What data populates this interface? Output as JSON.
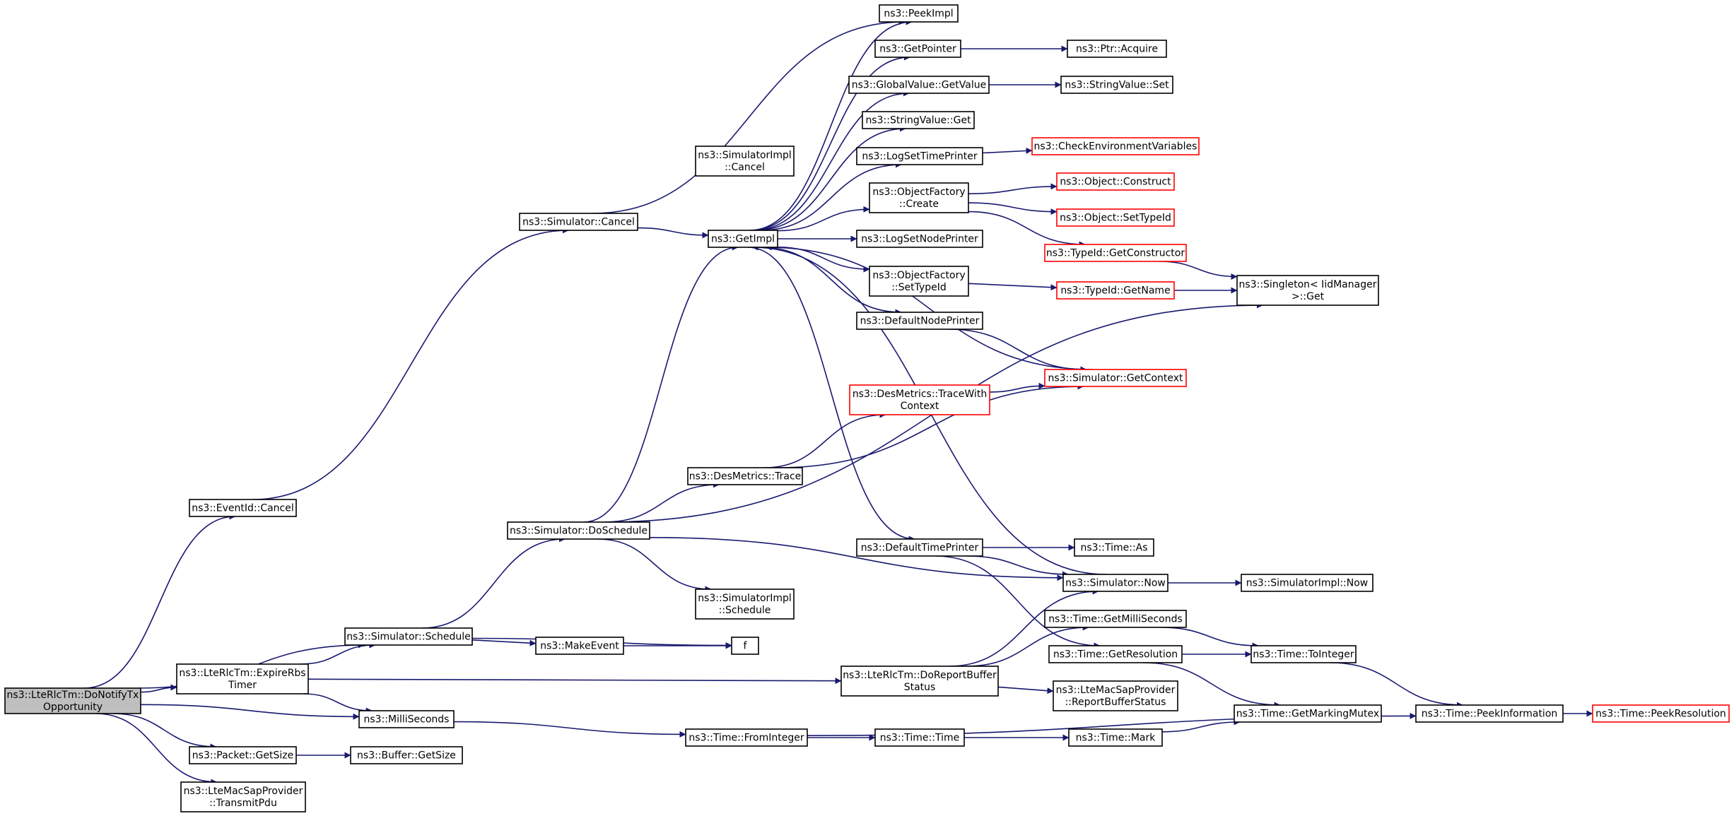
{
  "graph": {
    "nodes": [
      {
        "id": "root",
        "lines": [
          "ns3::LteRlcTm::DoNotifyTx",
          "Opportunity"
        ],
        "style": "root"
      },
      {
        "id": "eventid_cancel",
        "lines": [
          "ns3::EventId::Cancel"
        ],
        "style": "normal"
      },
      {
        "id": "sim_cancel",
        "lines": [
          "ns3::Simulator::Cancel"
        ],
        "style": "normal"
      },
      {
        "id": "simimpl_cancel",
        "lines": [
          "ns3::SimulatorImpl",
          "::Cancel"
        ],
        "style": "normal"
      },
      {
        "id": "getimpl",
        "lines": [
          "ns3::GetImpl"
        ],
        "style": "normal"
      },
      {
        "id": "peekimpl",
        "lines": [
          "ns3::PeekImpl"
        ],
        "style": "normal"
      },
      {
        "id": "getpointer",
        "lines": [
          "ns3::GetPointer"
        ],
        "style": "normal"
      },
      {
        "id": "ptr_acquire",
        "lines": [
          "ns3::Ptr::Acquire"
        ],
        "style": "normal"
      },
      {
        "id": "gv_getvalue",
        "lines": [
          "ns3::GlobalValue::GetValue"
        ],
        "style": "normal"
      },
      {
        "id": "sv_set",
        "lines": [
          "ns3::StringValue::Set"
        ],
        "style": "normal"
      },
      {
        "id": "sv_get",
        "lines": [
          "ns3::StringValue::Get"
        ],
        "style": "normal"
      },
      {
        "id": "logsettimeprinter",
        "lines": [
          "ns3::LogSetTimePrinter"
        ],
        "style": "normal"
      },
      {
        "id": "checkenv",
        "lines": [
          "ns3::CheckEnvironmentVariables"
        ],
        "style": "red"
      },
      {
        "id": "of_create",
        "lines": [
          "ns3::ObjectFactory",
          "::Create"
        ],
        "style": "normal"
      },
      {
        "id": "obj_construct",
        "lines": [
          "ns3::Object::Construct"
        ],
        "style": "red"
      },
      {
        "id": "obj_settypeid",
        "lines": [
          "ns3::Object::SetTypeId"
        ],
        "style": "red"
      },
      {
        "id": "logsetnodeprinter",
        "lines": [
          "ns3::LogSetNodePrinter"
        ],
        "style": "normal"
      },
      {
        "id": "typeid_getconstructor",
        "lines": [
          "ns3::TypeId::GetConstructor"
        ],
        "style": "red"
      },
      {
        "id": "of_settypeid",
        "lines": [
          "ns3::ObjectFactory",
          "::SetTypeId"
        ],
        "style": "normal"
      },
      {
        "id": "typeid_getname",
        "lines": [
          "ns3::TypeId::GetName"
        ],
        "style": "red"
      },
      {
        "id": "singleton_get",
        "lines": [
          "ns3::Singleton< IidManager",
          ">::Get"
        ],
        "style": "normal"
      },
      {
        "id": "defaultnodeprinter",
        "lines": [
          "ns3::DefaultNodePrinter"
        ],
        "style": "normal"
      },
      {
        "id": "sim_getcontext",
        "lines": [
          "ns3::Simulator::GetContext"
        ],
        "style": "red"
      },
      {
        "id": "desmetrics_tracewith",
        "lines": [
          "ns3::DesMetrics::TraceWith",
          "Context"
        ],
        "style": "red"
      },
      {
        "id": "desmetrics_trace",
        "lines": [
          "ns3::DesMetrics::Trace"
        ],
        "style": "normal"
      },
      {
        "id": "sim_doschedule",
        "lines": [
          "ns3::Simulator::DoSchedule"
        ],
        "style": "normal"
      },
      {
        "id": "defaulttimeprinter",
        "lines": [
          "ns3::DefaultTimePrinter"
        ],
        "style": "normal"
      },
      {
        "id": "time_as",
        "lines": [
          "ns3::Time::As"
        ],
        "style": "normal"
      },
      {
        "id": "sim_now",
        "lines": [
          "ns3::Simulator::Now"
        ],
        "style": "normal"
      },
      {
        "id": "simimpl_now",
        "lines": [
          "ns3::SimulatorImpl::Now"
        ],
        "style": "normal"
      },
      {
        "id": "simimpl_schedule",
        "lines": [
          "ns3::SimulatorImpl",
          "::Schedule"
        ],
        "style": "normal"
      },
      {
        "id": "sim_schedule",
        "lines": [
          "ns3::Simulator::Schedule"
        ],
        "style": "normal"
      },
      {
        "id": "makeevent",
        "lines": [
          "ns3::MakeEvent"
        ],
        "style": "normal"
      },
      {
        "id": "f",
        "lines": [
          "f"
        ],
        "style": "normal"
      },
      {
        "id": "time_getmilliseconds",
        "lines": [
          "ns3::Time::GetMilliSeconds"
        ],
        "style": "normal"
      },
      {
        "id": "time_tointeger",
        "lines": [
          "ns3::Time::ToInteger"
        ],
        "style": "normal"
      },
      {
        "id": "expirerbs",
        "lines": [
          "ns3::LteRlcTm::ExpireRbs",
          "Timer"
        ],
        "style": "normal"
      },
      {
        "id": "doreportbuffer",
        "lines": [
          "ns3::LteRlcTm::DoReportBuffer",
          "Status"
        ],
        "style": "normal"
      },
      {
        "id": "time_getresolution",
        "lines": [
          "ns3::Time::GetResolution"
        ],
        "style": "normal"
      },
      {
        "id": "ltemacsap_report",
        "lines": [
          "ns3::LteMacSapProvider",
          "::ReportBufferStatus"
        ],
        "style": "normal"
      },
      {
        "id": "milliseconds",
        "lines": [
          "ns3::MilliSeconds"
        ],
        "style": "normal"
      },
      {
        "id": "time_getmarkingmutex",
        "lines": [
          "ns3::Time::GetMarkingMutex"
        ],
        "style": "normal"
      },
      {
        "id": "time_peekinformation",
        "lines": [
          "ns3::Time::PeekInformation"
        ],
        "style": "normal"
      },
      {
        "id": "time_peekresolution",
        "lines": [
          "ns3::Time::PeekResolution"
        ],
        "style": "red"
      },
      {
        "id": "time_frominteger",
        "lines": [
          "ns3::Time::FromInteger"
        ],
        "style": "normal"
      },
      {
        "id": "time_time",
        "lines": [
          "ns3::Time::Time"
        ],
        "style": "normal"
      },
      {
        "id": "time_mark",
        "lines": [
          "ns3::Time::Mark"
        ],
        "style": "normal"
      },
      {
        "id": "packet_getsize",
        "lines": [
          "ns3::Packet::GetSize"
        ],
        "style": "normal"
      },
      {
        "id": "buffer_getsize",
        "lines": [
          "ns3::Buffer::GetSize"
        ],
        "style": "normal"
      },
      {
        "id": "ltemacsap_transmit",
        "lines": [
          "ns3::LteMacSapProvider",
          "::TransmitPdu"
        ],
        "style": "normal"
      }
    ],
    "edges": [
      [
        "root",
        "eventid_cancel"
      ],
      [
        "root",
        "sim_schedule"
      ],
      [
        "root",
        "expirerbs"
      ],
      [
        "root",
        "milliseconds"
      ],
      [
        "root",
        "packet_getsize"
      ],
      [
        "root",
        "ltemacsap_transmit"
      ],
      [
        "eventid_cancel",
        "sim_cancel"
      ],
      [
        "sim_cancel",
        "getimpl"
      ],
      [
        "sim_cancel",
        "peekimpl"
      ],
      [
        "getimpl",
        "peekimpl"
      ],
      [
        "getimpl",
        "getpointer"
      ],
      [
        "getimpl",
        "gv_getvalue"
      ],
      [
        "getimpl",
        "sv_get"
      ],
      [
        "getimpl",
        "logsettimeprinter"
      ],
      [
        "getimpl",
        "of_create"
      ],
      [
        "getimpl",
        "logsetnodeprinter"
      ],
      [
        "getimpl",
        "of_settypeid"
      ],
      [
        "getimpl",
        "defaultnodeprinter"
      ],
      [
        "getimpl",
        "defaulttimeprinter"
      ],
      [
        "getpointer",
        "ptr_acquire"
      ],
      [
        "gv_getvalue",
        "sv_set"
      ],
      [
        "logsettimeprinter",
        "checkenv"
      ],
      [
        "of_create",
        "obj_construct"
      ],
      [
        "of_create",
        "obj_settypeid"
      ],
      [
        "of_create",
        "typeid_getconstructor"
      ],
      [
        "typeid_getconstructor",
        "singleton_get"
      ],
      [
        "of_settypeid",
        "typeid_getname"
      ],
      [
        "typeid_getname",
        "singleton_get"
      ],
      [
        "defaultnodeprinter",
        "sim_getcontext"
      ],
      [
        "sim_getcontext",
        "getimpl"
      ],
      [
        "sim_now",
        "getimpl"
      ],
      [
        "desmetrics_tracewith",
        "sim_getcontext"
      ],
      [
        "desmetrics_trace",
        "desmetrics_tracewith"
      ],
      [
        "desmetrics_trace",
        "sim_getcontext"
      ],
      [
        "sim_doschedule",
        "getimpl"
      ],
      [
        "sim_doschedule",
        "desmetrics_trace"
      ],
      [
        "sim_doschedule",
        "singleton_get"
      ],
      [
        "sim_doschedule",
        "sim_now"
      ],
      [
        "sim_doschedule",
        "simimpl_schedule"
      ],
      [
        "defaulttimeprinter",
        "time_as"
      ],
      [
        "defaulttimeprinter",
        "sim_now"
      ],
      [
        "defaulttimeprinter",
        "time_getresolution"
      ],
      [
        "sim_now",
        "simimpl_now"
      ],
      [
        "sim_schedule",
        "sim_doschedule"
      ],
      [
        "sim_schedule",
        "makeevent"
      ],
      [
        "sim_schedule",
        "f"
      ],
      [
        "makeevent",
        "f"
      ],
      [
        "expirerbs",
        "sim_schedule"
      ],
      [
        "expirerbs",
        "milliseconds"
      ],
      [
        "expirerbs",
        "doreportbuffer"
      ],
      [
        "doreportbuffer",
        "sim_now"
      ],
      [
        "doreportbuffer",
        "time_getmilliseconds"
      ],
      [
        "doreportbuffer",
        "ltemacsap_report"
      ],
      [
        "time_getmilliseconds",
        "time_tointeger"
      ],
      [
        "time_getresolution",
        "time_tointeger"
      ],
      [
        "time_getresolution",
        "time_getmarkingmutex"
      ],
      [
        "time_tointeger",
        "time_peekinformation"
      ],
      [
        "time_peekinformation",
        "time_peekresolution"
      ],
      [
        "milliseconds",
        "time_frominteger"
      ],
      [
        "time_frominteger",
        "time_time"
      ],
      [
        "time_frominteger",
        "time_peekinformation"
      ],
      [
        "time_time",
        "time_mark"
      ],
      [
        "time_mark",
        "time_getmarkingmutex"
      ],
      [
        "packet_getsize",
        "buffer_getsize"
      ]
    ]
  }
}
